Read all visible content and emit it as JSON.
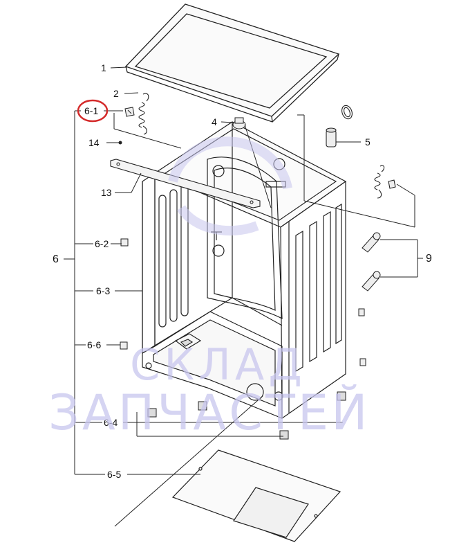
{
  "diagram": {
    "callouts": {
      "c1": "1",
      "c2": "2",
      "c4": "4",
      "c5": "5",
      "c6": "6",
      "c6_1": "6-1",
      "c6_2": "6-2",
      "c6_3": "6-3",
      "c6_4": "6-4",
      "c6_5": "6-5",
      "c6_6": "6-6",
      "c9": "9",
      "c13": "13",
      "c14": "14"
    },
    "highlighted_callout": "6-1",
    "highlight_color": "#d42a2a",
    "watermark": {
      "line1": "СКЛАД",
      "line2": "ЗАПЧАСТЕЙ",
      "color": "#c8c6ee"
    }
  }
}
